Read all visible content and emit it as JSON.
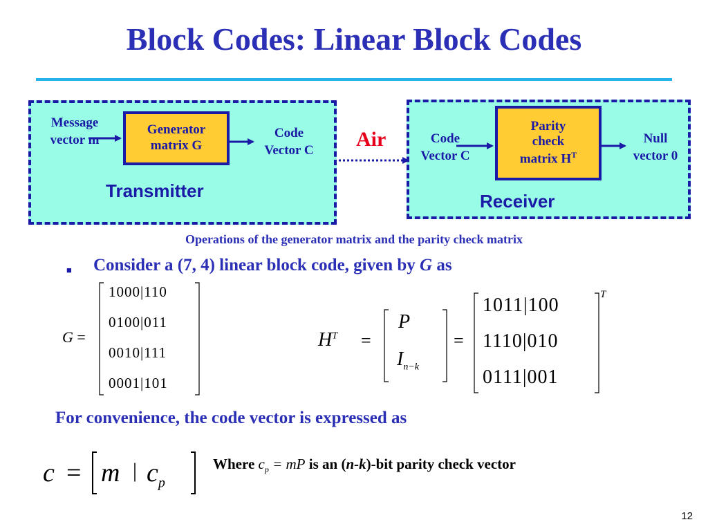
{
  "title": "Block Codes: Linear Block Codes",
  "transmitter": {
    "input_label": [
      "Message",
      "vector m"
    ],
    "matrix_label": [
      "Generator",
      "matrix G"
    ],
    "output_label": [
      "Code",
      "Vector C"
    ],
    "name": "Transmitter"
  },
  "channel": {
    "label": "Air"
  },
  "receiver": {
    "input_label": [
      "Code",
      "Vector C"
    ],
    "matrix_label": [
      "Parity",
      "check",
      "matrix H"
    ],
    "matrix_sup": "T",
    "output_label": [
      "Null",
      "vector 0"
    ],
    "name": "Receiver"
  },
  "caption": {
    "bold_part": "Operations",
    "rest": " of the generator matrix and the parity check matrix"
  },
  "bullet": {
    "symbol": "■",
    "text_before": "Consider a (7, 4) linear block code, given by ",
    "italic": "G",
    "text_after": " as"
  },
  "g_matrix": {
    "lhs": "G",
    "eq": "=",
    "rows": [
      "1000|110",
      "0100|011",
      "0010|111",
      "0001|101"
    ]
  },
  "h_matrix": {
    "lhs": "H",
    "lhs_sup": "T",
    "eq": "=",
    "block_top": "P",
    "block_bottom": "I",
    "block_bottom_sub": "n−k",
    "eq2": "=",
    "rows": [
      "1011|100",
      "1110|010",
      "0111|001"
    ],
    "sup": "T"
  },
  "convenience": "For convenience, the code vector is expressed as",
  "code_vector": {
    "lhs": "c",
    "eq": "=",
    "m": "m",
    "sep": "|",
    "cp": "c",
    "cp_sub": "p"
  },
  "where": {
    "prefix": "Where ",
    "cp": "c",
    "cp_sub": "p",
    "eq": " = mP",
    "middle": " is an (",
    "nk": "n-k",
    "suffix": ")-bit parity check vector"
  },
  "page_number": "12",
  "colors": {
    "title": "#2b2fb5",
    "rule": "#29b0e8",
    "panel_fill": "#99fce6",
    "border": "#1a1aa6",
    "matrix_box": "#ffcc33",
    "air": "#e8001b"
  }
}
